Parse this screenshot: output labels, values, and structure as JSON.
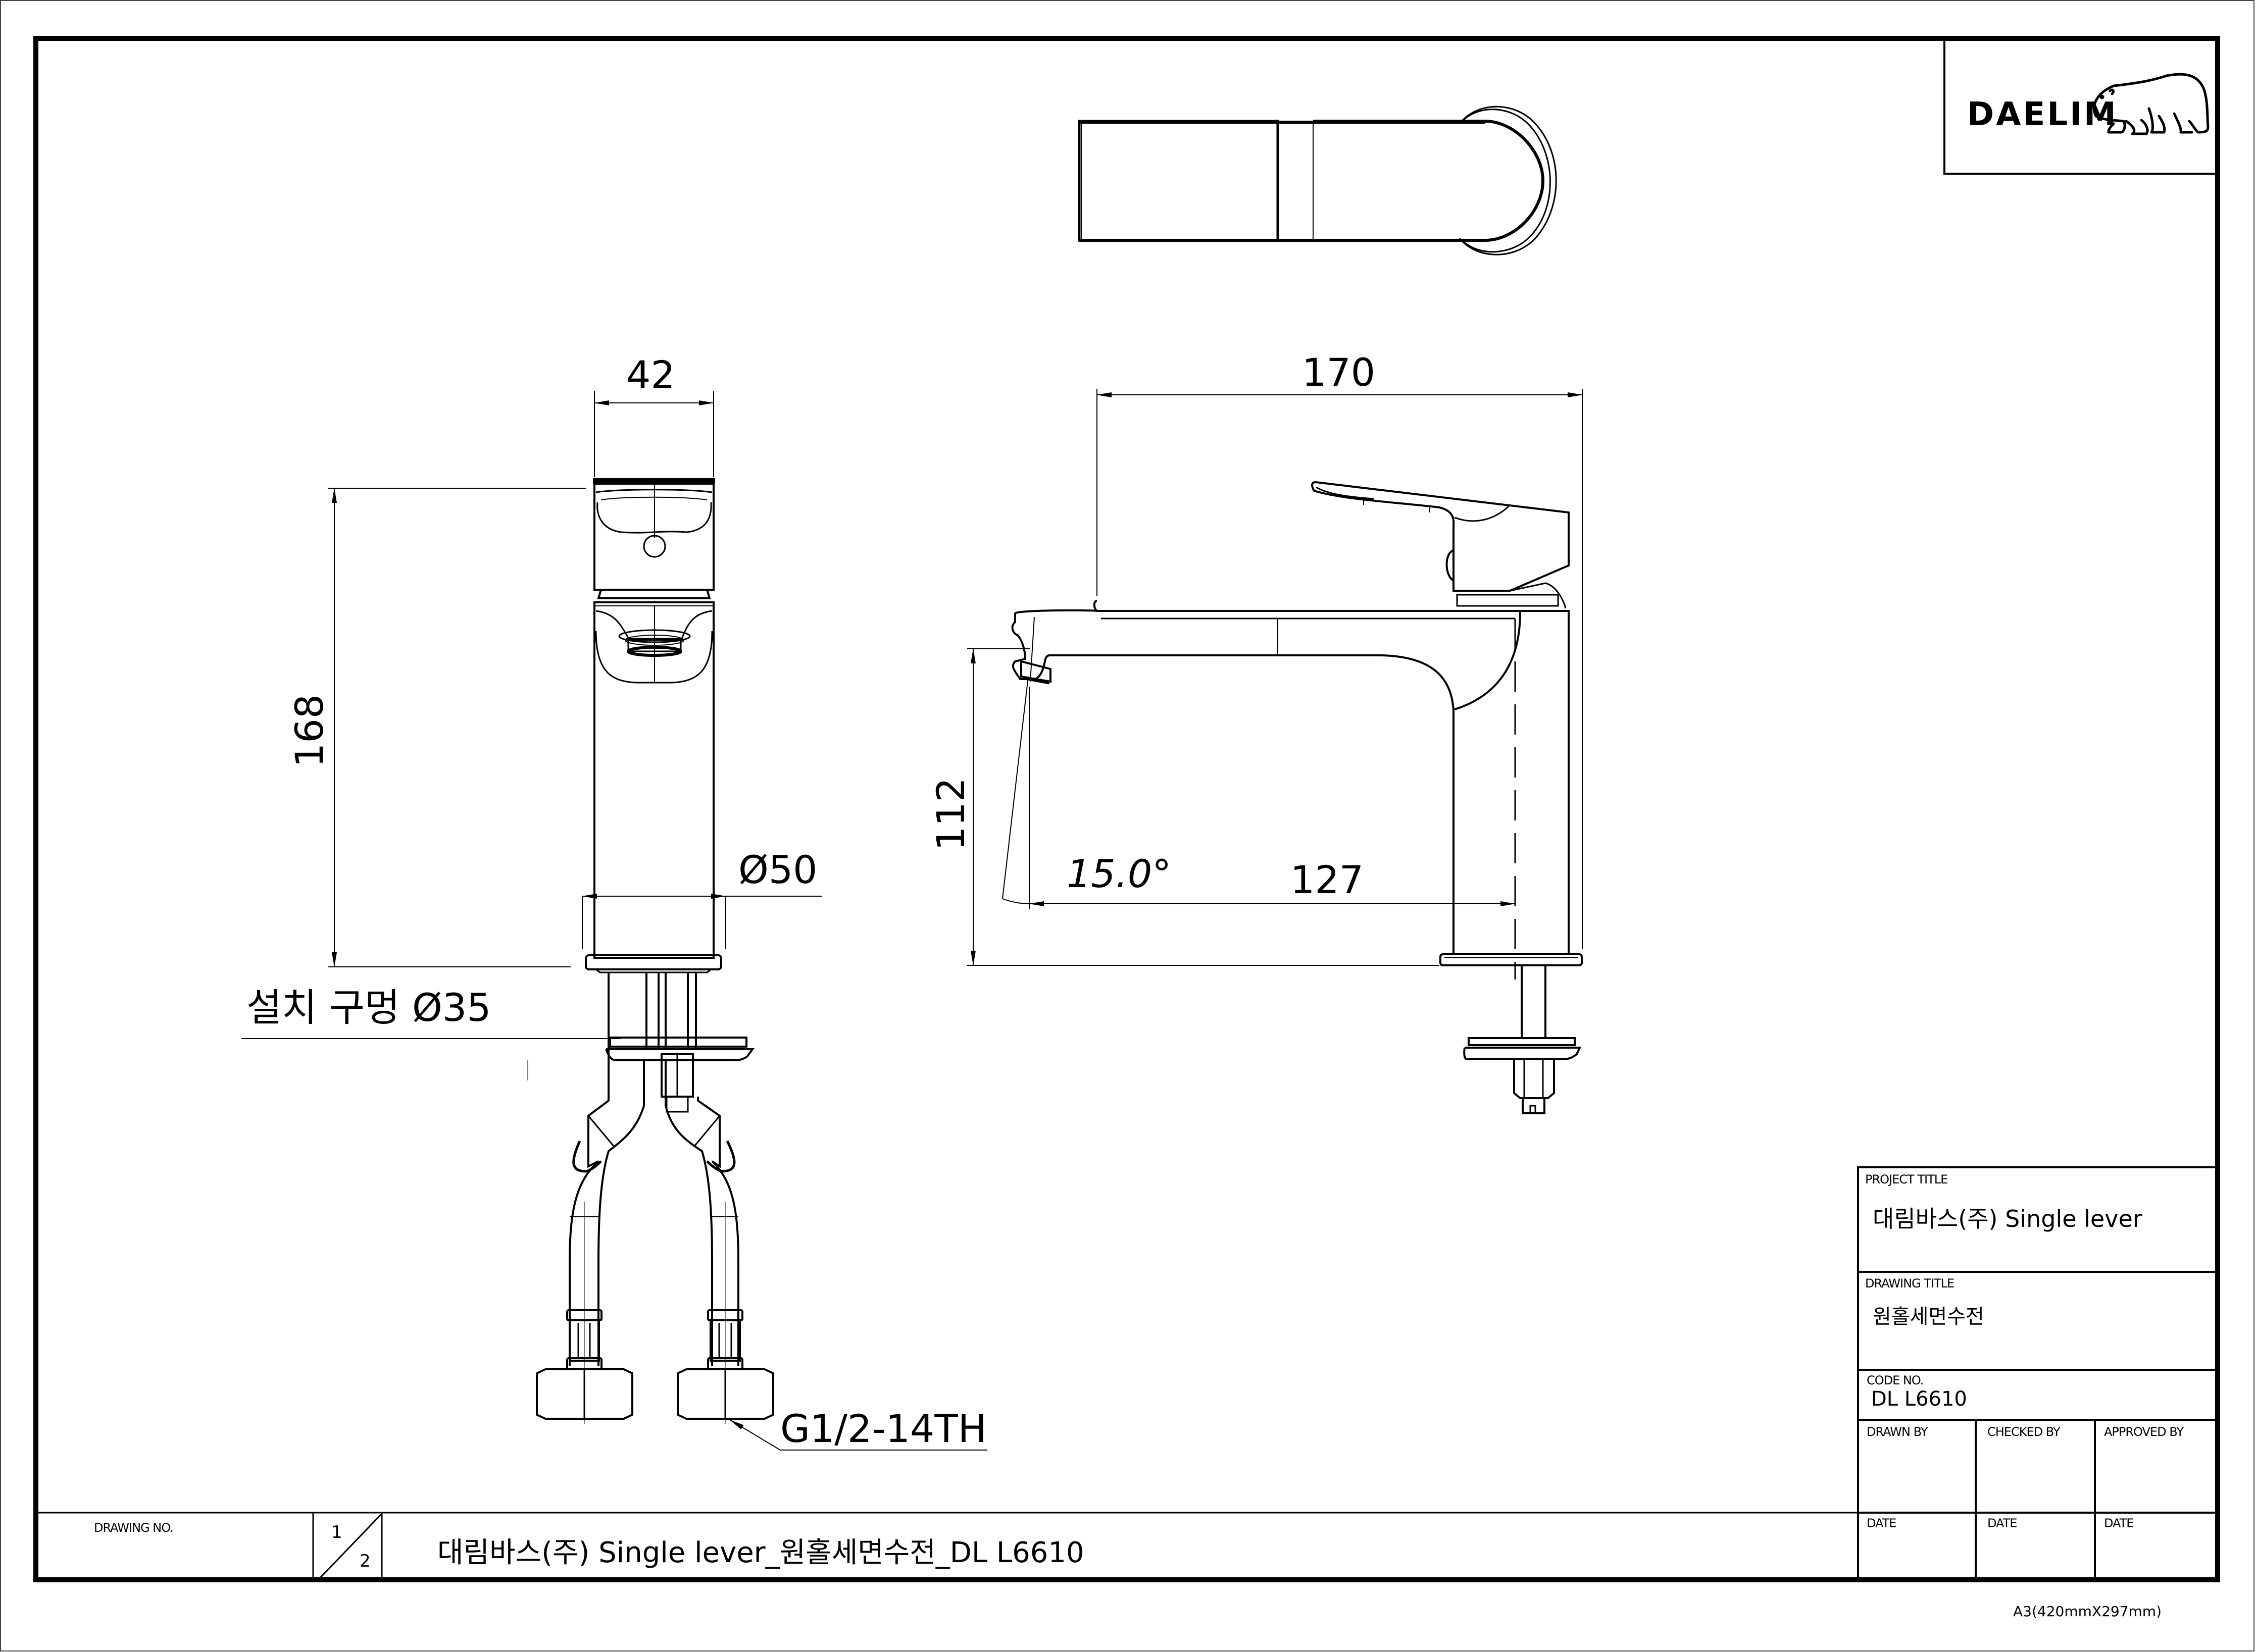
{
  "logo": {
    "brand": "DAELIM",
    "icon": "polar-bear-icon"
  },
  "views": {
    "top_view": {
      "name": "plan view"
    },
    "front_view": {
      "dimensions": {
        "width": "42",
        "height": "168",
        "base_diameter": "Ø50",
        "mount_hole": "설치 구멍 Ø35",
        "connector": "G1/2-14TH"
      }
    },
    "side_view": {
      "dimensions": {
        "length": "170",
        "spout_height": "112",
        "spout_reach": "127",
        "angle": "15.0°"
      }
    }
  },
  "title_block": {
    "project_title_label": "PROJECT TITLE",
    "project_title": "대림바스(주) Single lever",
    "drawing_title_label": "DRAWING TITLE",
    "drawing_title": "원홀세면수전",
    "code_no_label": "CODE NO.",
    "code_no": "DL L6610",
    "drawn_by_label": "DRAWN BY",
    "checked_by_label": "CHECKED BY",
    "approved_by_label": "APPROVED BY",
    "date_labels": [
      "DATE",
      "DATE",
      "DATE"
    ]
  },
  "bottom_strip": {
    "drawing_no_label": "DRAWING NO.",
    "sheet_current": "1",
    "sheet_total": "2",
    "full_title": "대림바스(주) Single lever_원홀세면수전_DL L6610"
  },
  "paper_size": "A3(420mmX297mm)"
}
